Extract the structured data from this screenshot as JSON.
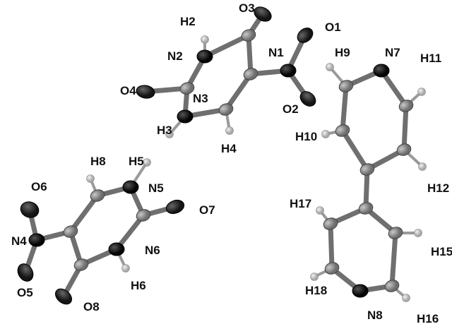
{
  "atom_labels": {
    "O1": "O1",
    "O2": "O2",
    "O3": "O3",
    "O4": "O4",
    "O5": "O5",
    "O6": "O6",
    "O7": "O7",
    "O8": "O8",
    "N1": "N1",
    "N2": "N2",
    "N3": "N3",
    "N4": "N4",
    "N5": "N5",
    "N6": "N6",
    "N7": "N7",
    "N8": "N8",
    "H2": "H2",
    "H3": "H3",
    "H4": "H4",
    "H5": "H5",
    "H6": "H6",
    "H8": "H8",
    "H9": "H9",
    "H10": "H10",
    "H11": "H11",
    "H12": "H12",
    "H15": "H15",
    "H16": "H16",
    "H17": "H17",
    "H18": "H18"
  },
  "colors": {
    "carbon": "#8a8a8a",
    "nitrogen": "#111111",
    "oxygen": "#2a2a2a",
    "hydrogen": "#cfcfcf",
    "bond": "#777777"
  }
}
